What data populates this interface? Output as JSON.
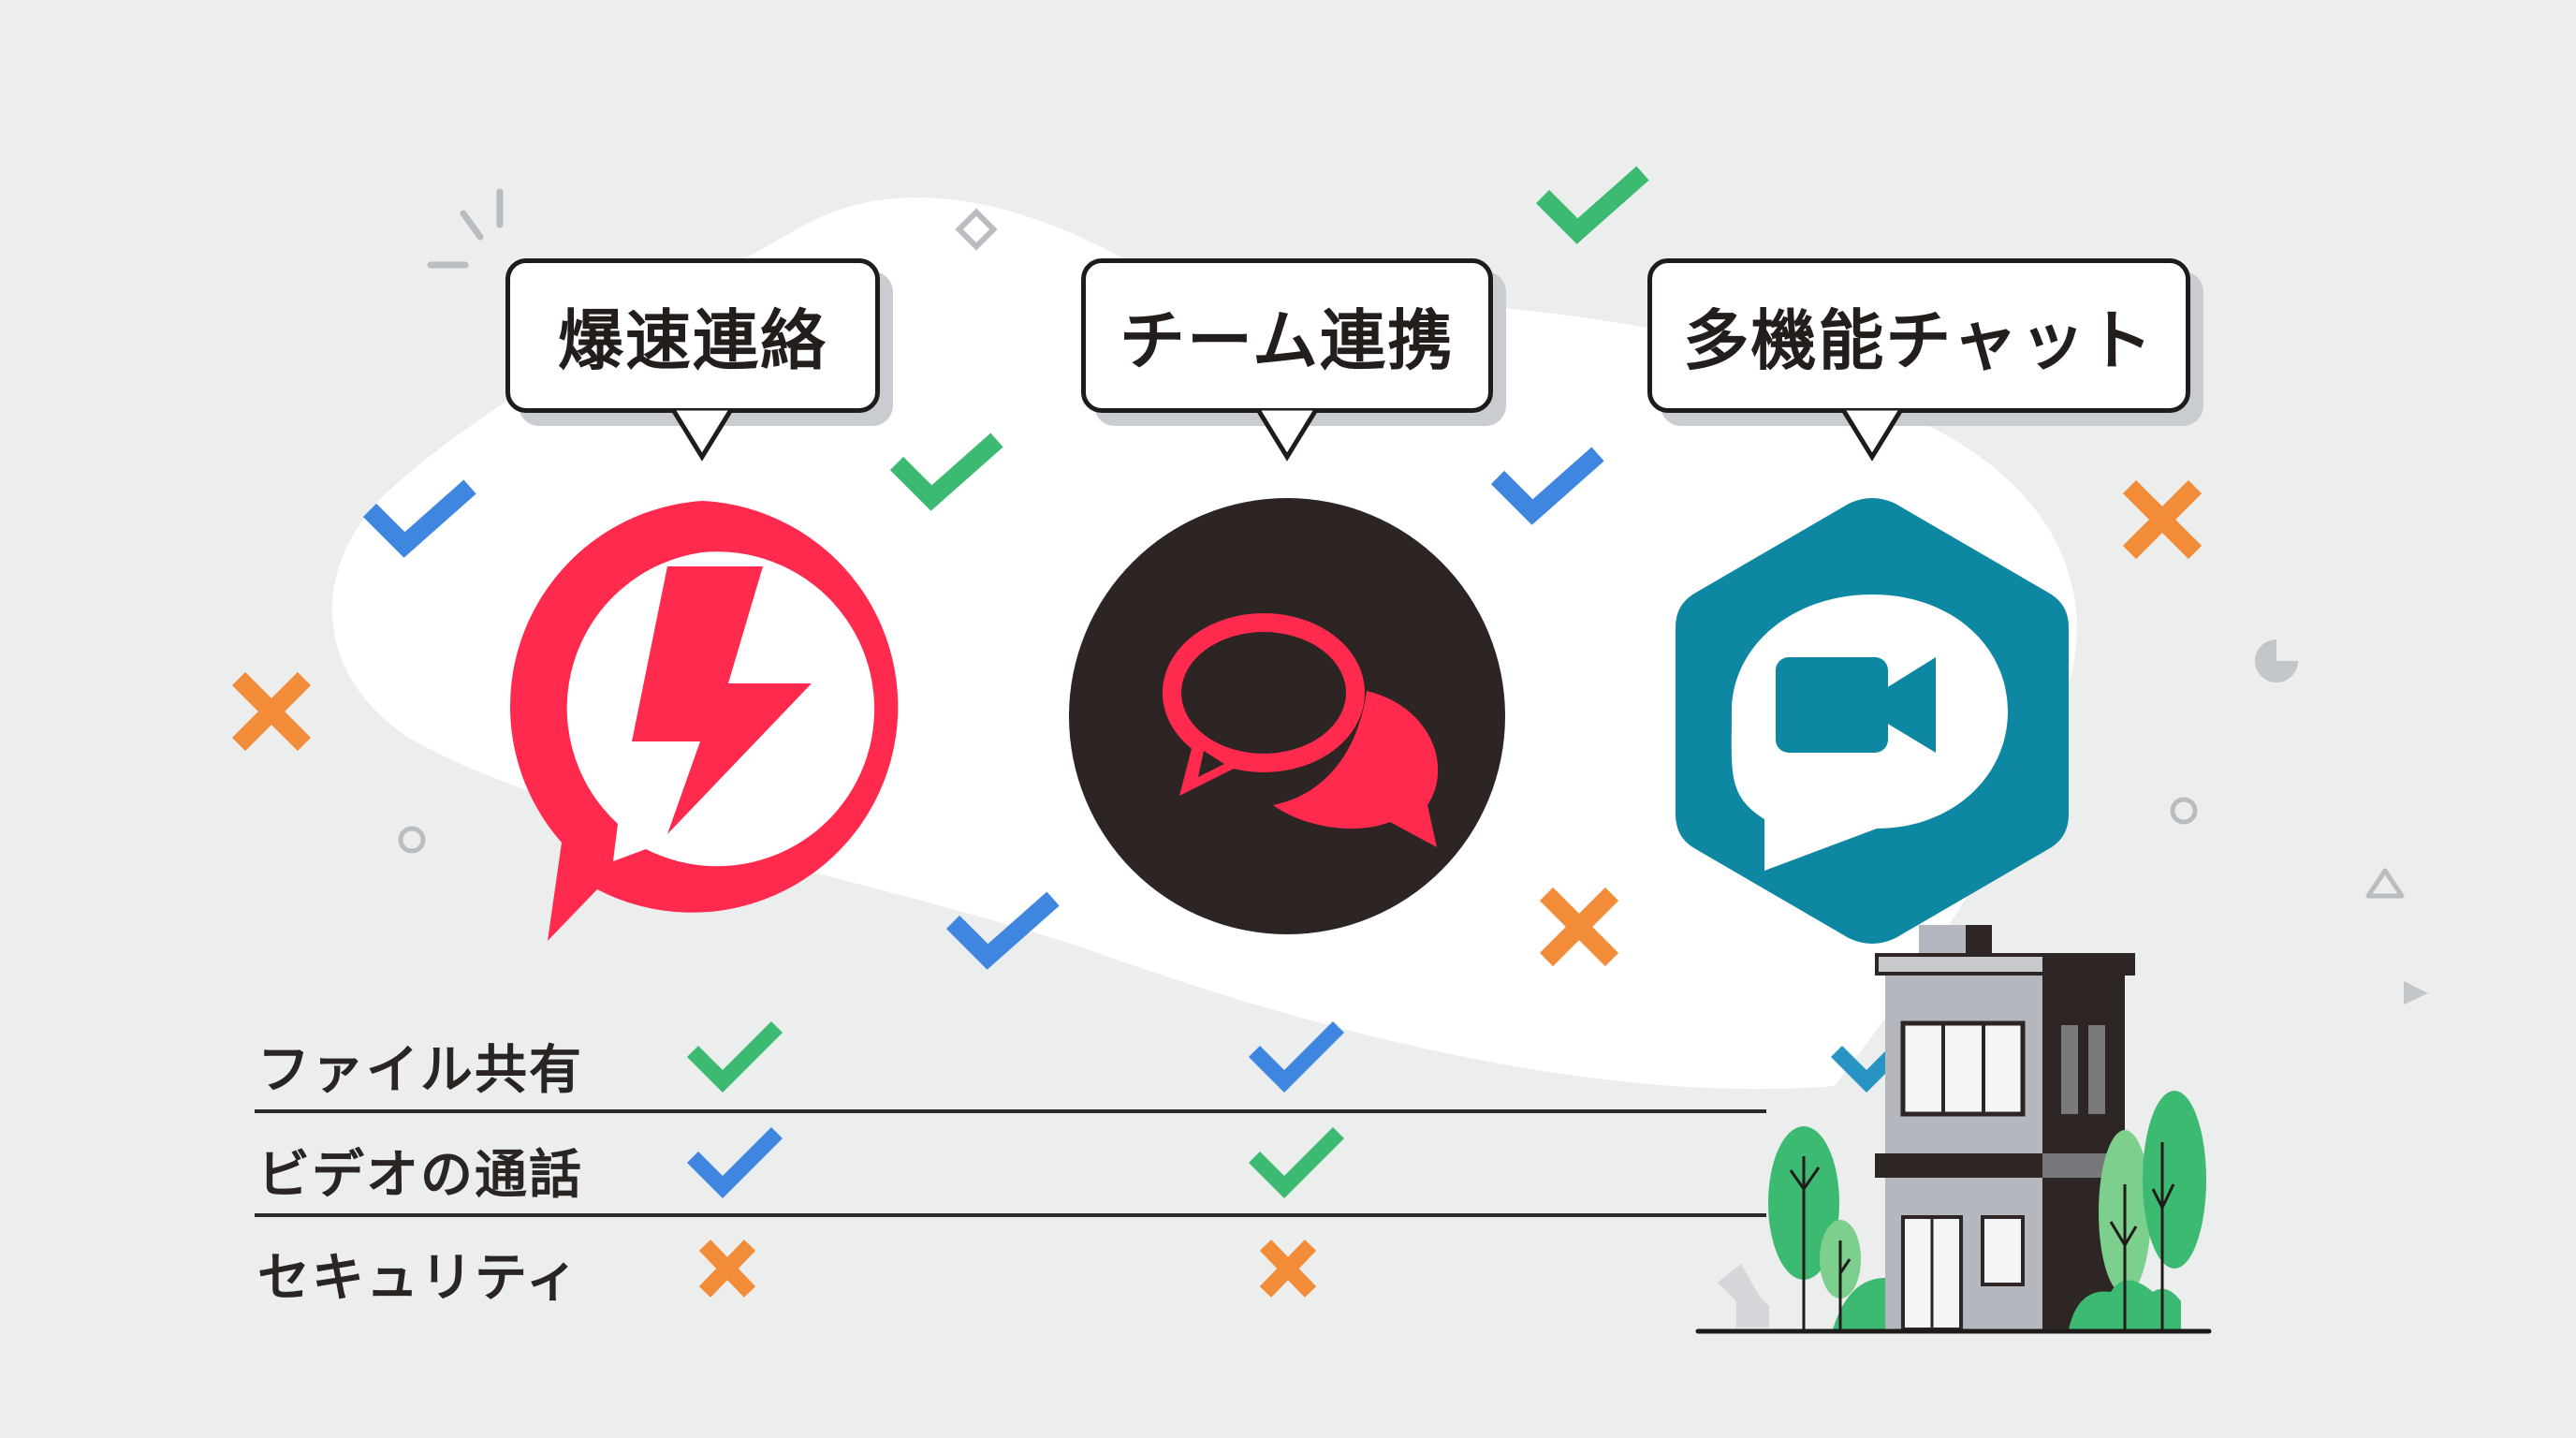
{
  "colors": {
    "background": "#eceeee",
    "blob": "#ffffff",
    "check_green": "#3dba72",
    "check_blue": "#3f86e0",
    "check_teal": "#2794c4",
    "cross_orange": "#f28c38",
    "brand_red": "#ff2a4e",
    "brand_dark": "#2c2523",
    "brand_teal": "#0e87a3",
    "building_gray": "#b4b7bd",
    "building_dark": "#2e2624",
    "tree_green": "#3dba72",
    "tree_light": "#7ccf8c"
  },
  "apps": [
    {
      "name": "爆速連絡",
      "icon": "lightning-chat-icon"
    },
    {
      "name": "チーム連携",
      "icon": "double-chat-bubbles-icon"
    },
    {
      "name": "多機能チャット",
      "icon": "video-camera-chat-icon"
    }
  ],
  "comparison": {
    "rows": [
      {
        "label": "ファイル共有",
        "values": [
          "check",
          "check",
          "check"
        ]
      },
      {
        "label": "ビデオの通話",
        "values": [
          "check",
          "check",
          null
        ]
      },
      {
        "label": "セキュリティ",
        "values": [
          "cross",
          "cross",
          null
        ]
      }
    ]
  }
}
